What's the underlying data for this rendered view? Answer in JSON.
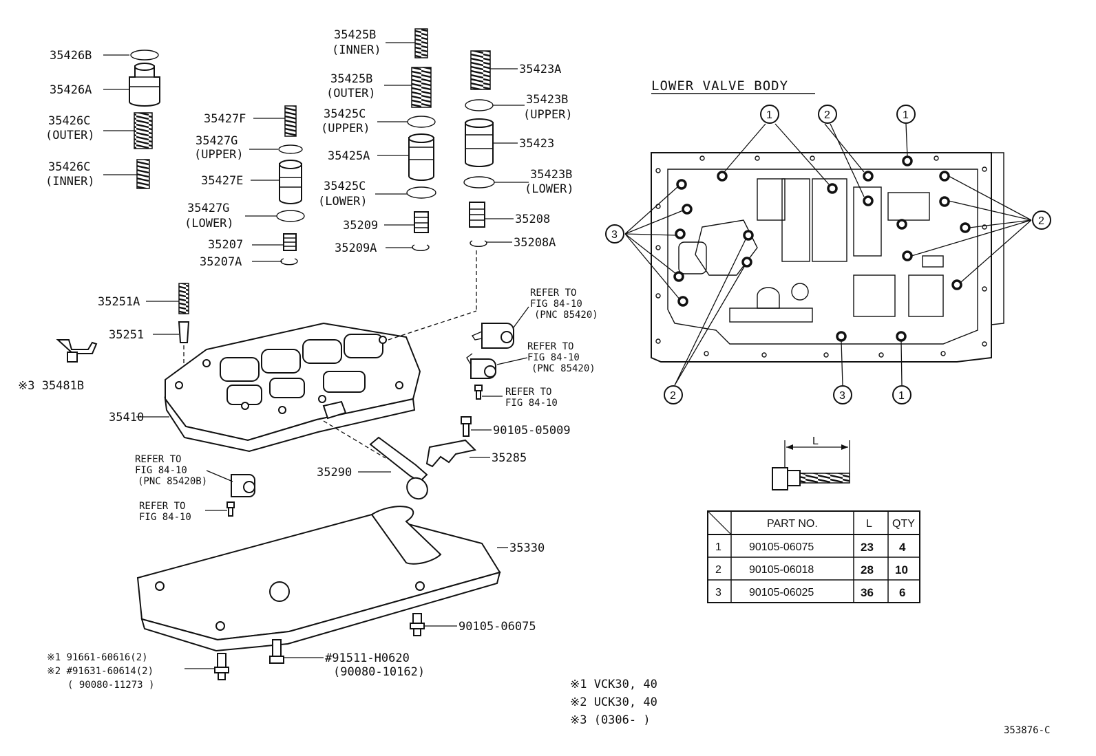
{
  "section_title": "LOWER VALVE BODY",
  "drawing_number": "353876-C",
  "labels": {
    "p35426B": "35426B",
    "p35426A": "35426A",
    "p35426C_outer": "35426C",
    "outer_a": "(OUTER)",
    "p35426C_inner": "35426C",
    "inner_a": "(INNER)",
    "p35427F": "35427F",
    "p35427G_upper": "35427G",
    "upper_a": "(UPPER)",
    "p35427E": "35427E",
    "p35427G_lower": "35427G",
    "lower_a": "(LOWER)",
    "p35207": "35207",
    "p35207A": "35207A",
    "p35425B_inner": "35425B",
    "inner_b": "(INNER)",
    "p35425B_outer": "35425B",
    "outer_b": "(OUTER)",
    "p35425C_upper": "35425C",
    "upper_b": "(UPPER)",
    "p35425A": "35425A",
    "p35425C_lower": "35425C",
    "lower_b": "(LOWER)",
    "p35209": "35209",
    "p35209A": "35209A",
    "p35423A": "35423A",
    "p35423B_upper": "35423B",
    "upper_c": "(UPPER)",
    "p35423": "35423",
    "p35423B_lower": "35423B",
    "lower_c": "(LOWER)",
    "p35208": "35208",
    "p35208A": "35208A",
    "p35251A": "35251A",
    "p35251": "35251",
    "p35481B": "※3 35481B",
    "p35410": "35410",
    "p35290": "35290",
    "p35285": "35285",
    "p90105_05009": "90105-05009",
    "p35330": "35330",
    "p90105_06075": "90105-06075",
    "refer1_a": "REFER TO",
    "refer1_b": "FIG 84-10",
    "refer1_c": "(PNC 85420)",
    "refer2_a": "REFER TO",
    "refer2_b": "FIG 84-10",
    "refer2_c": "(PNC 85420)",
    "refer3_a": "REFER TO",
    "refer3_b": "FIG 84-10",
    "refer4_a": "REFER TO",
    "refer4_b": "FIG 84-10",
    "refer4_c": "(PNC 85420B)",
    "refer5_a": "REFER TO",
    "refer5_b": "FIG 84-10",
    "bolt_a1": "※1  91661-60616(2)",
    "bolt_a2": "※2 #91631-60614(2)",
    "bolt_a3": "( 90080-11273 )",
    "bolt_b1": "#91511-H0620",
    "bolt_b2": "(90080-10162)",
    "dim_L": "L"
  },
  "callouts": {
    "c1": "1",
    "c2": "2",
    "c3": "3"
  },
  "table": {
    "headers": [
      "",
      "PART NO.",
      "L",
      "QTY"
    ],
    "rows": [
      [
        "1",
        "90105-06075",
        "23",
        "4"
      ],
      [
        "2",
        "90105-06018",
        "28",
        "10"
      ],
      [
        "3",
        "90105-06025",
        "36",
        "6"
      ]
    ]
  },
  "notes": [
    "※1  VCK30, 40",
    "※2  UCK30, 40",
    "※3  (0306-      )"
  ]
}
